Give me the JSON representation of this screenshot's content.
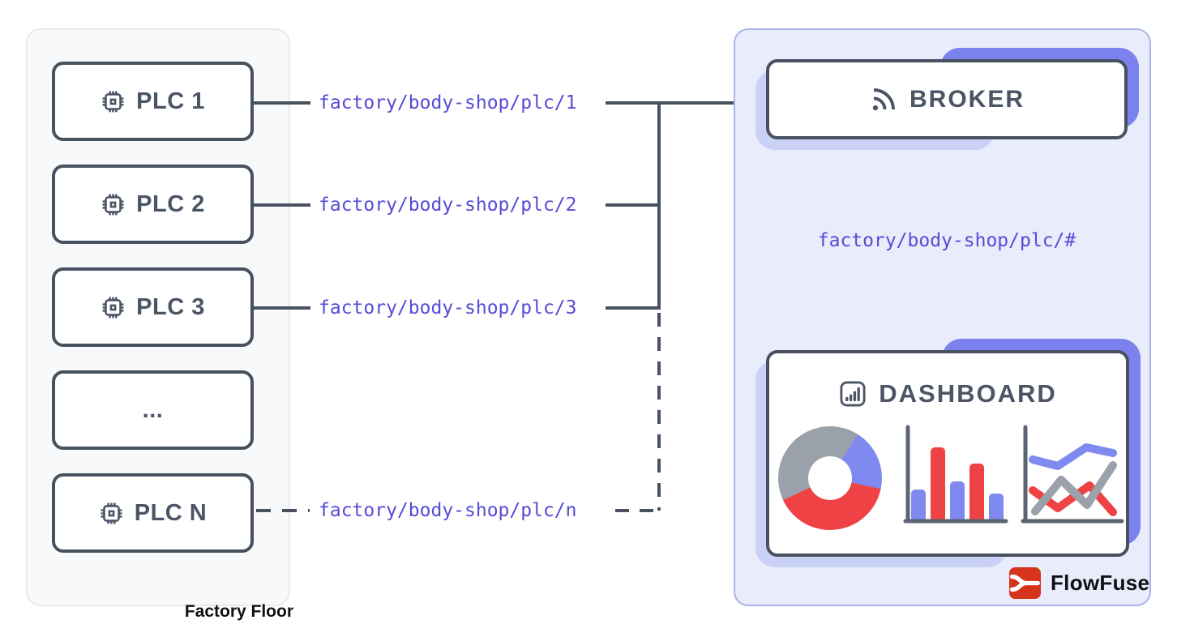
{
  "colors": {
    "slate": "#47515f",
    "text_slate": "#4b5565",
    "topic_purple": "#574bd6",
    "panel_left_bg": "#f8f9fb",
    "panel_left_border": "#e7e9ee",
    "panel_right_bg": "#e9ecfa",
    "panel_right_border": "#a9b3ec",
    "shadow_dark": "#7b82ee",
    "shadow_light": "#cad1f6",
    "chart_red": "#ee4245",
    "chart_blue": "#8089f0",
    "chart_gray": "#9aa1ab",
    "brand_red": "#d6331c",
    "ink": "#0f1115"
  },
  "factory": {
    "title": "Factory Floor",
    "plcs": [
      {
        "label": "PLC 1",
        "icon": "cpu-icon",
        "topic": "factory/body-shop/plc/1",
        "link_style": "solid"
      },
      {
        "label": "PLC 2",
        "icon": "cpu-icon",
        "topic": "factory/body-shop/plc/2",
        "link_style": "solid"
      },
      {
        "label": "PLC 3",
        "icon": "cpu-icon",
        "topic": "factory/body-shop/plc/3",
        "link_style": "solid"
      },
      {
        "label": "...",
        "icon": null,
        "topic": null,
        "link_style": null
      },
      {
        "label": "PLC N",
        "icon": "cpu-icon",
        "topic": "factory/body-shop/plc/n",
        "link_style": "dashed"
      }
    ]
  },
  "broker": {
    "label": "BROKER",
    "icon": "rss-icon"
  },
  "subscription_topic": "factory/body-shop/plc/#",
  "dashboard": {
    "label": "DASHBOARD",
    "icon": "bar-chart-icon",
    "charts": {
      "donut": {
        "type": "pie",
        "segments": [
          {
            "color": "blue",
            "degrees": 70
          },
          {
            "color": "red",
            "degrees": 143
          },
          {
            "color": "gray",
            "degrees": 147
          }
        ]
      },
      "bars": {
        "type": "bar",
        "values": [
          38,
          90,
          48,
          70,
          33
        ],
        "colors": [
          "blue",
          "red",
          "blue",
          "red",
          "blue"
        ]
      },
      "lines": {
        "type": "line",
        "series": [
          "blue",
          "gray",
          "red"
        ]
      }
    }
  },
  "brand": {
    "name": "FlowFuse",
    "icon": "flowfuse-logo"
  }
}
